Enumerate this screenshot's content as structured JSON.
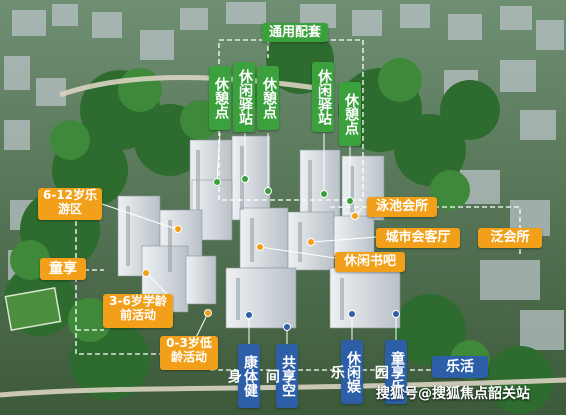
{
  "amenity_groups": {
    "general": {
      "title": "通用配套",
      "items": [
        "休憩点",
        "休闲驿站",
        "休憩点",
        "休闲驿站",
        "休憩点"
      ]
    },
    "children": {
      "title": "童享",
      "items": [
        "6-12岁乐游区",
        "3-6岁学龄前活动",
        "0-3岁低龄活动"
      ]
    },
    "club": {
      "items": [
        "泳池会所",
        "城市会客厅",
        "泛会所",
        "休闲书吧"
      ]
    },
    "lifestyle": {
      "title": "乐活",
      "items": [
        "康体健身",
        "共享空间",
        "休闲娱乐",
        "童享乐园"
      ]
    }
  },
  "watermark": "搜狐号@搜狐焦点韶关站",
  "colors": {
    "general": "#3aa13c",
    "children": "#f2a019",
    "club": "#f2a019",
    "lifestyle": "#2c5fa8"
  }
}
